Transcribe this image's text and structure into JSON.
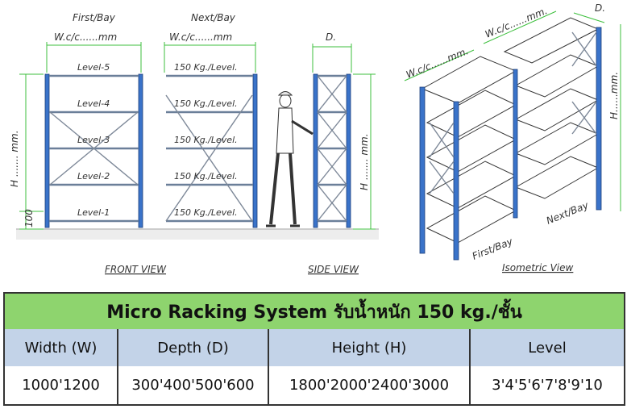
{
  "diagram": {
    "front_view": {
      "bay_labels": [
        "First/Bay",
        "Next/Bay"
      ],
      "width_dims": [
        "W.c/c......mm",
        "W.c/c......mm"
      ],
      "levels_first": [
        "Level-5",
        "Level-4",
        "Level-3",
        "Level-2",
        "Level-1"
      ],
      "levels_next": [
        "150 Kg./Level.",
        "150 Kg./Level.",
        "150 Kg./Level.",
        "150 Kg./Level.",
        "150 Kg./Level."
      ],
      "height_dim": "H ....... mm.",
      "base_dim": "100",
      "caption": "FRONT VIEW"
    },
    "side_view": {
      "depth_dim": "D.",
      "height_dim": "H ....... mm.",
      "caption": "SIDE VIEW"
    },
    "isometric_view": {
      "width_dim_left": "W.c/c......mm.",
      "width_dim_right": "W.c/c......mm.",
      "depth_dim": "D.",
      "height_dim": "H......mm.",
      "first_bay": "First/Bay",
      "next_bay": "Next/Bay",
      "caption": "Isometric View"
    }
  },
  "table": {
    "title": "Micro Racking System รับน้ำหนัก 150 kg./ชั้น",
    "headers": [
      "Width (W)",
      "Depth (D)",
      "Height (H)",
      "Level"
    ],
    "values": [
      "1000'1200",
      "300'400'500'600",
      "1800'2000'2400'3000",
      "3'4'5'6'7'8'9'10"
    ]
  },
  "colors": {
    "header_green": "#8ed46e",
    "header_blue": "#c3d3e8",
    "upright_blue": "#3a73c9",
    "dimension_green": "#3cbf3c"
  }
}
